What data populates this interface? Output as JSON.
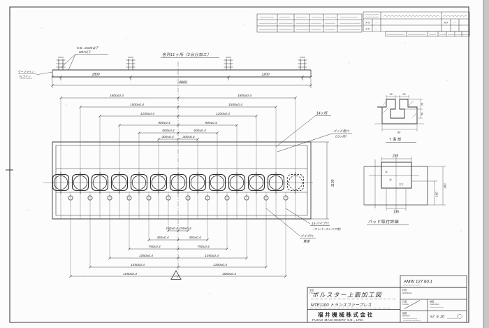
{
  "revision": {
    "mark": "A X",
    "dash": "- -"
  },
  "elevation": {
    "finish_note_line1": "9.6t→0.045以下",
    "finish_note_line2": "M07以下",
    "left_note_line1": "ゲージライン",
    "left_note_line2": "FLライン",
    "caption": "各列11ヶ所（2台分加工）",
    "dim_left": "1800",
    "dim_right": "1200",
    "dim_total": "4800"
  },
  "plan": {
    "dims_upper": [
      "1800±0.4",
      "1500±0.4",
      "1200±0.4",
      "900±0.4",
      "600±0.4",
      "300±0.4"
    ],
    "dims_lower": [
      "150±0.4",
      "450±0.4",
      "750±0.4",
      "1050±0.4",
      "1350±0.4",
      "1650±0.4"
    ],
    "dim_height": "1100",
    "note_places14": "14ヶ所",
    "note_pad_line1": "パッド用穴",
    "note_pad_line2": "（13ヶ所）",
    "note_pipe_line1": "14-パイプ穴",
    "note_pipe_line2": "（アッパーコンベヤ用）",
    "note_through_line1": "パイプ穴",
    "note_through_line2": "貫通"
  },
  "details": {
    "tslot": {
      "caption": "T溝部",
      "dim_top_a": "15",
      "dim_top_b": "20",
      "dim_right_a": "20",
      "dim_right_b": "50",
      "dim_bottom": "90"
    },
    "pad": {
      "caption": "パッド取付詳細",
      "dim_top": "235",
      "dim_bottom": "135",
      "dim_right_outer": "260",
      "dim_right_inner": "160",
      "finish_mark": "▽▽"
    }
  },
  "title_block": {
    "drawing_no": "AMW 127.60.1",
    "label_title": "品名",
    "label_title_en": "TITLE",
    "title_line1": "ボルスター上面加工図",
    "title_line2": "MTE1100 トランスファープレス",
    "company_jp": "福井機械株式会社",
    "company_en": "FUKUI MACHINERY CO., LTD.",
    "label_material": "材質",
    "label_material_en": "MATERIAL",
    "label_scale": "尺度",
    "label_scale_en": "SCALE",
    "label_checked": "検図",
    "label_checked_en": "CHECKED",
    "label_drawn": "製図",
    "label_drawn_en": "DRAWN",
    "date": "57. 9. 20"
  }
}
